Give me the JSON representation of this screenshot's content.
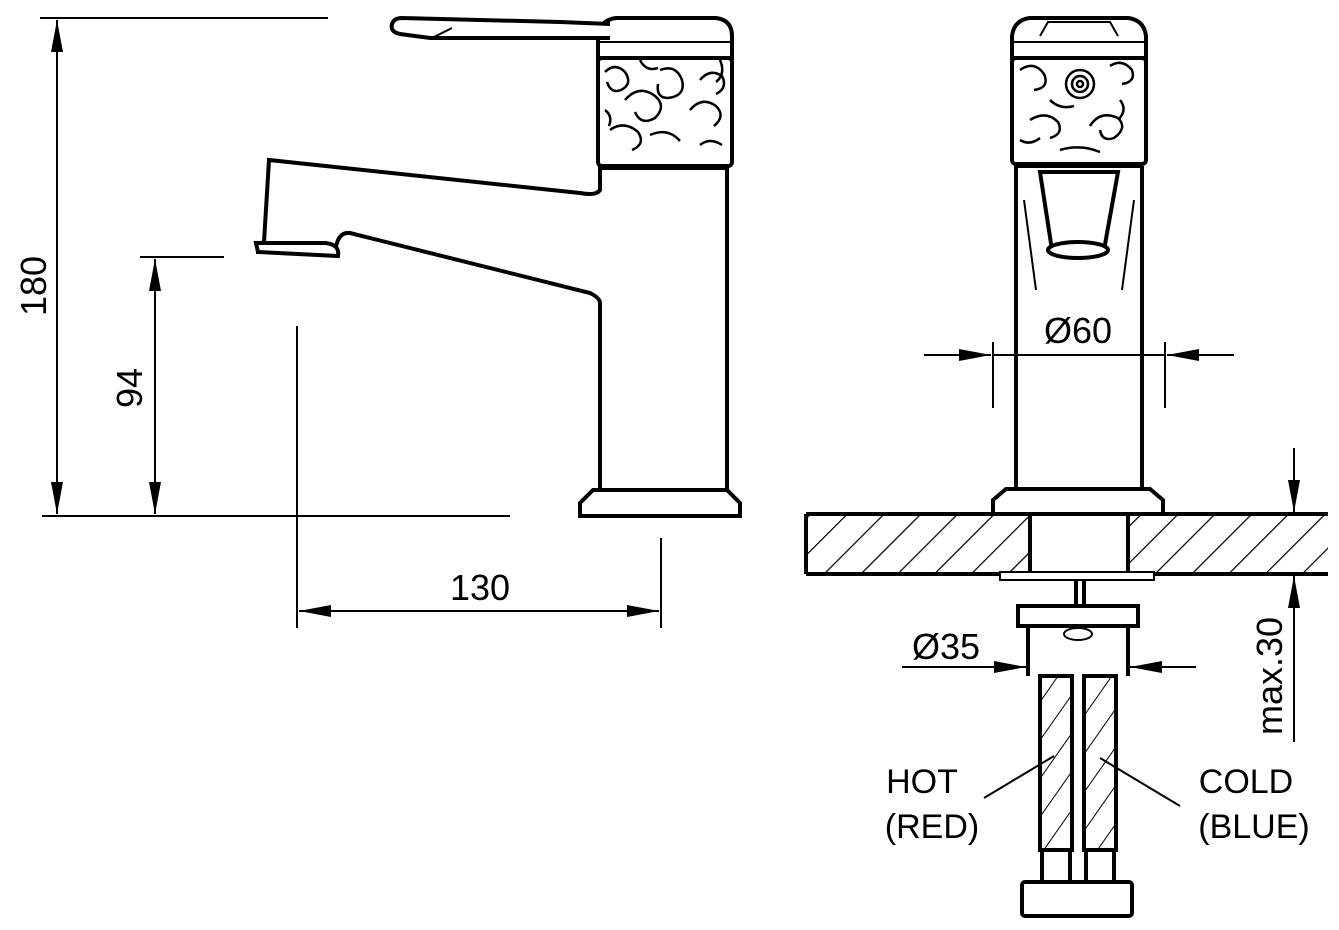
{
  "dimensions": {
    "total_height": "180",
    "spout_height": "94",
    "spout_reach": "130",
    "body_diameter": "Ø60",
    "hole_diameter": "Ø35",
    "max_thickness": "max.30"
  },
  "labels": {
    "hot_line1": "HOT",
    "hot_line2": "(RED)",
    "cold_line1": "COLD",
    "cold_line2": "(BLUE)"
  },
  "colors": {
    "line": "#000000",
    "background": "#ffffff"
  }
}
